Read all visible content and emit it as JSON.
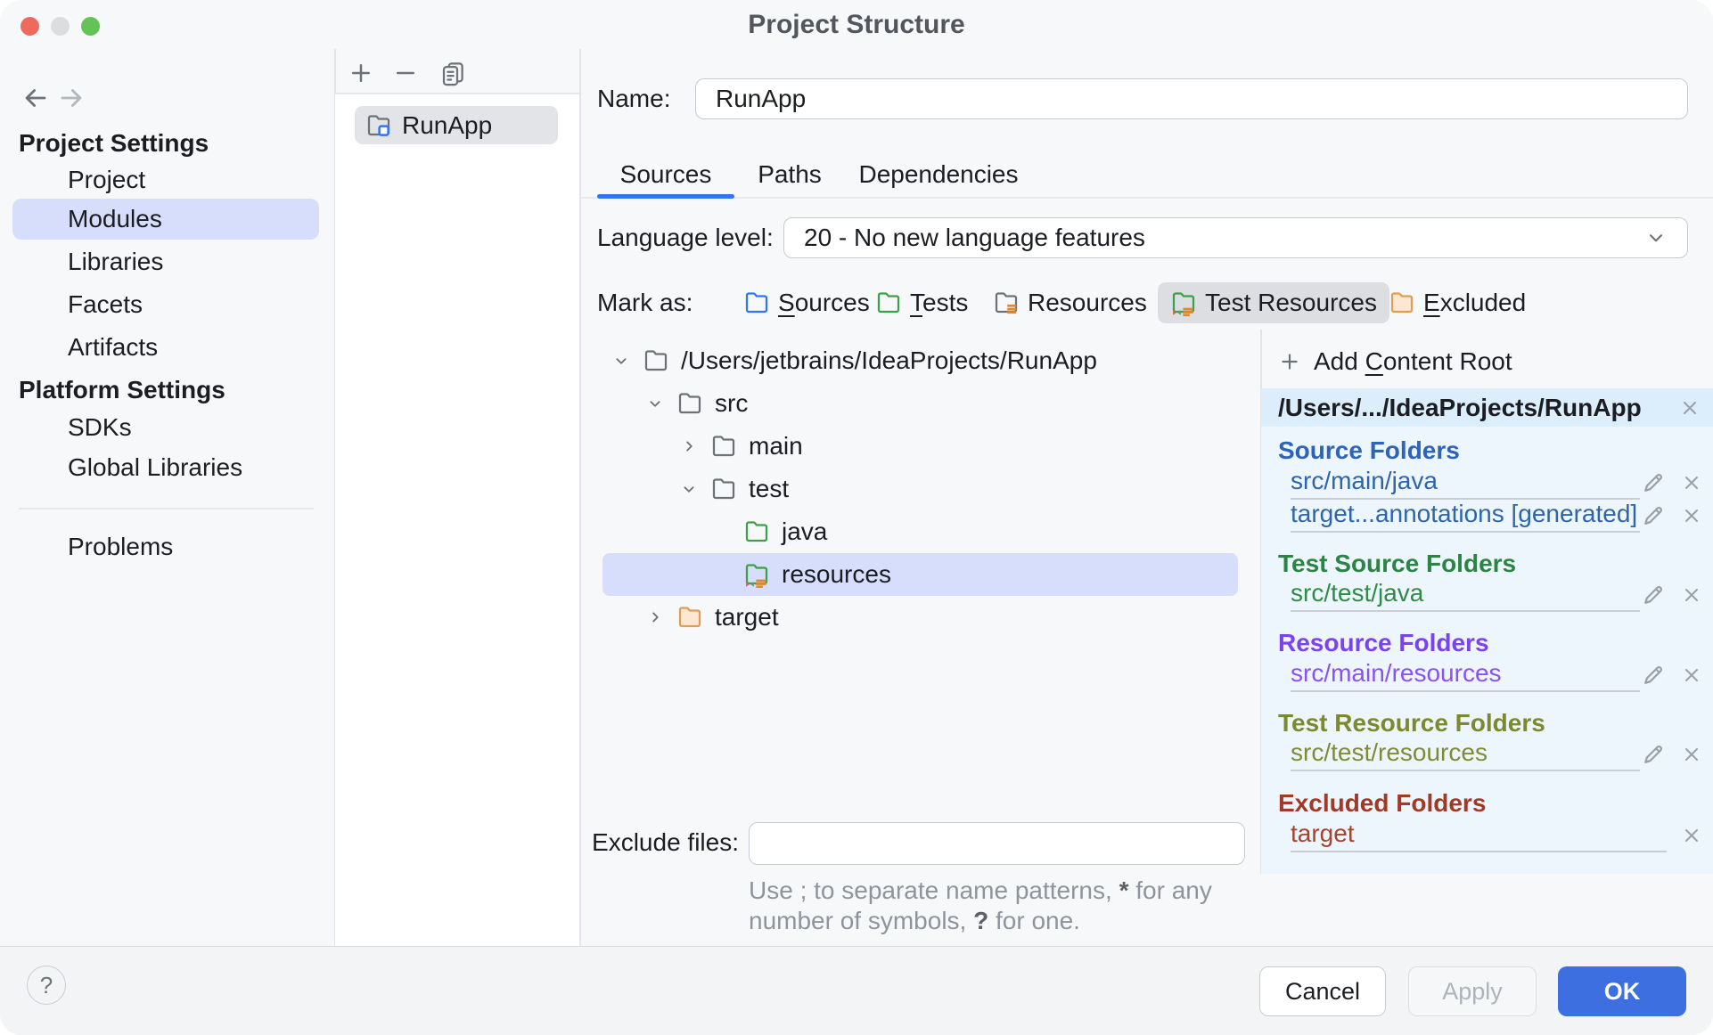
{
  "window": {
    "title": "Project Structure"
  },
  "colors": {
    "accent_blue": "#3574f0",
    "ok_button": "#3d6fe0",
    "selection_lavender": "#d6defb",
    "selection_gray": "#dcdee2",
    "right_panel_bg": "#eef6fd",
    "right_panel_header_bg": "#dcedfb",
    "source_blue": "#2d63b8",
    "test_green": "#2a8544",
    "resource_purple": "#7b43ee",
    "test_resource_olive": "#7d892f",
    "excluded_red": "#9e3a26",
    "excluded_folder_orange": "#dd9e55"
  },
  "sidebar": {
    "section1_header": "Project Settings",
    "section1_items": [
      "Project",
      "Modules",
      "Libraries",
      "Facets",
      "Artifacts"
    ],
    "section2_header": "Platform Settings",
    "section2_items": [
      "SDKs",
      "Global Libraries"
    ],
    "extra_item": "Problems",
    "selected_item": "Modules"
  },
  "modules_panel": {
    "toolbar": {
      "add_icon": "plus-icon",
      "remove_icon": "minus-icon",
      "copy_icon": "copy-icon"
    },
    "items": [
      {
        "label": "RunApp",
        "selected": true
      }
    ]
  },
  "main": {
    "name_label": "Name:",
    "name_value": "RunApp",
    "tabs": [
      {
        "label": "Sources",
        "selected": true
      },
      {
        "label": "Paths",
        "selected": false
      },
      {
        "label": "Dependencies",
        "selected": false
      }
    ],
    "language_level": {
      "label": "Language level:",
      "value": "20 - No new language features"
    },
    "mark_as": {
      "label": "Mark as:",
      "buttons": [
        {
          "pre": "",
          "mn": "S",
          "post": "ources",
          "icon": "folder-source",
          "selected": false
        },
        {
          "pre": "",
          "mn": "T",
          "post": "ests",
          "icon": "folder-test",
          "selected": false
        },
        {
          "pre": "Resources",
          "mn": "",
          "post": "",
          "icon": "folder-resources",
          "selected": false
        },
        {
          "pre": "Test Resources",
          "mn": "",
          "post": "",
          "icon": "folder-test-resources",
          "selected": true
        },
        {
          "pre": "",
          "mn": "E",
          "post": "xcluded",
          "icon": "folder-excluded",
          "selected": false
        }
      ]
    },
    "tree": {
      "rows": [
        {
          "label": "/Users/jetbrains/IdeaProjects/RunApp",
          "depth": 0,
          "chevron": "down",
          "icon": "folder-gray",
          "selected": false
        },
        {
          "label": "src",
          "depth": 1,
          "chevron": "down",
          "icon": "folder-gray",
          "selected": false
        },
        {
          "label": "main",
          "depth": 2,
          "chevron": "right",
          "icon": "folder-gray",
          "selected": false
        },
        {
          "label": "test",
          "depth": 2,
          "chevron": "down",
          "icon": "folder-gray",
          "selected": false
        },
        {
          "label": "java",
          "depth": 3,
          "chevron": "none",
          "icon": "folder-test",
          "selected": false
        },
        {
          "label": "resources",
          "depth": 3,
          "chevron": "none",
          "icon": "folder-test-resources",
          "selected": true
        },
        {
          "label": "target",
          "depth": 1,
          "chevron": "right",
          "icon": "folder-excluded",
          "selected": false
        }
      ]
    },
    "exclude": {
      "label": "Exclude files:",
      "value": "",
      "hint_p1": "Use ; to separate name patterns, ",
      "hint_b1": "*",
      "hint_p2": " for any number of symbols, ",
      "hint_b2": "?",
      "hint_p3": " for one."
    }
  },
  "right_panel": {
    "add_content_root": {
      "pre": "Add ",
      "mn": "C",
      "post": "ontent Root"
    },
    "content_root_path": "/Users/.../IdeaProjects/RunApp",
    "sections": [
      {
        "title": "Source Folders",
        "items": [
          {
            "path": "src/main/java"
          },
          {
            "path": "target...annotations [generated]"
          }
        ]
      },
      {
        "title": "Test Source Folders",
        "items": [
          {
            "path": "src/test/java"
          }
        ]
      },
      {
        "title": "Resource Folders",
        "items": [
          {
            "path": "src/main/resources"
          }
        ]
      },
      {
        "title": "Test Resource Folders",
        "items": [
          {
            "path": "src/test/resources"
          }
        ]
      },
      {
        "title": "Excluded Folders",
        "items": [
          {
            "path": "target"
          }
        ]
      }
    ]
  },
  "footer": {
    "help": "?",
    "cancel": "Cancel",
    "apply": "Apply",
    "ok": "OK"
  }
}
